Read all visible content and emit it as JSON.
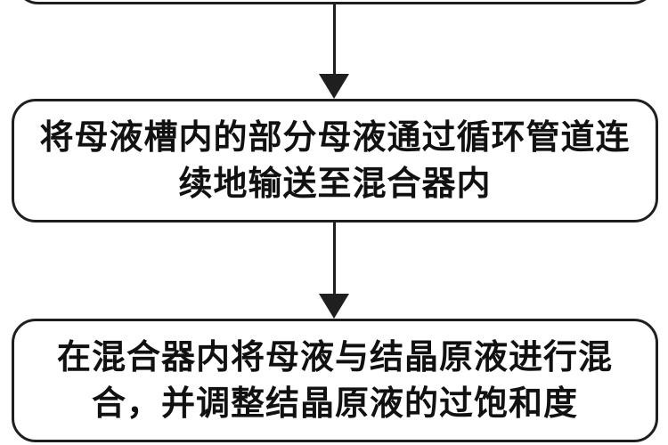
{
  "flowchart": {
    "description": "patent-style process flowchart, topmost box cut off by image edge",
    "steps": [
      {
        "lines": [
          "将母液槽内的部分母液通过循环管道连",
          "续地输送至混合器内"
        ],
        "full_text": "将母液槽内的部分母液通过循环管道连续地输送至混合器内"
      },
      {
        "lines": [
          "在混合器内将母液与结晶原液进行混",
          "合，并调整结晶原液的过饱和度"
        ],
        "full_text": "在混合器内将母液与结晶原液进行混合，并调整结晶原液的过饱和度"
      }
    ]
  },
  "colors": {
    "stroke": "#1f1f1f",
    "text": "#111111",
    "background": "#ffffff"
  }
}
